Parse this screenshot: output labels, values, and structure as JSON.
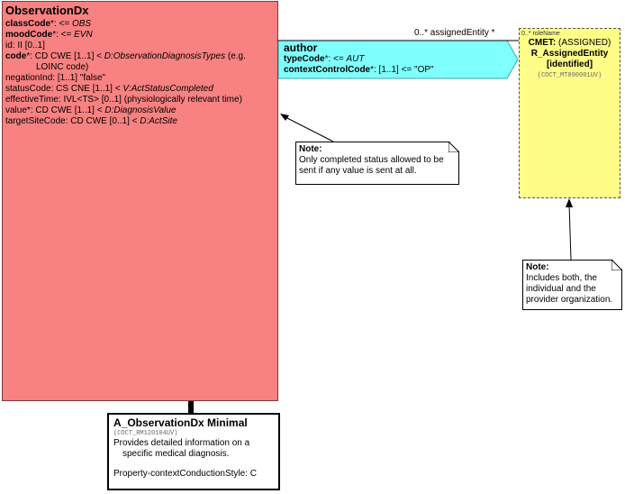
{
  "observation": {
    "title": "ObservationDx",
    "attrs": [
      {
        "name": "classCode",
        "mark": "*",
        "rest": ": <= ",
        "tail": "OBS",
        "tail_italic": true,
        "bold": true
      },
      {
        "name": "moodCode",
        "mark": "*",
        "rest": ": <= ",
        "tail": "EVN",
        "tail_italic": true,
        "bold": true
      },
      {
        "name": "id",
        "mark": "",
        "rest": ": II [0..1]",
        "tail": "",
        "bold": false
      },
      {
        "name": "code",
        "mark": "*",
        "rest": ": CD CWE [1..1] < ",
        "tail": "D:ObservationDiagnosisTypes",
        "tail_italic": true,
        "suffix": " (e.g.",
        "bold": true
      },
      {
        "indent": "LOINC code)"
      },
      {
        "name": "negationInd",
        "mark": "",
        "rest": ": [1..1] \"false\"",
        "tail": "",
        "bold": false
      },
      {
        "name": "statusCode",
        "mark": "",
        "rest": ": CS CNE [1..1] < ",
        "tail": "V:ActStatusCompleted",
        "tail_italic": true,
        "bold": false
      },
      {
        "name": "effectiveTime",
        "mark": "",
        "rest": ": IVL<TS> [0..1] (physiologically relevant time)",
        "tail": "",
        "bold": false
      },
      {
        "name": "value",
        "mark": "*",
        "rest": ": CD CWE [1..1] < ",
        "tail": "D:DiagnosisValue",
        "tail_italic": true,
        "bold": false
      },
      {
        "name": "targetSiteCode",
        "mark": "",
        "rest": ": CD CWE [0..1] < ",
        "tail": "D:ActSite",
        "tail_italic": true,
        "bold": false
      }
    ]
  },
  "author": {
    "title": "author",
    "typeCode_name": "typeCode",
    "typeCode_rest": "*: <= ",
    "typeCode_value": "AUT",
    "ccc_name": "contextControlCode",
    "ccc_rest": "*: [1..1] <= \"OP\""
  },
  "role_label": "0..* assignedEntity  *",
  "cmet": {
    "small_label": "0..* roleName",
    "line1_bold": "CMET:",
    "line1_rest": " (ASSIGNED)",
    "line2": "R_AssignedEntity",
    "line3": "[identified]",
    "code": "(COCT_MT090001UV)"
  },
  "note1": {
    "title": "Note:",
    "text": "Only completed status allowed to be sent if any value is sent at all."
  },
  "note2": {
    "title": "Note:",
    "text": "Includes both, the individual and the provider organization."
  },
  "entry": {
    "title": "A_ObservationDx Minimal",
    "code": "(COCT_RM120104UV)",
    "desc": "Provides detailed information on a",
    "desc2": "specific medical diagnosis.",
    "style": "Property-contextConductionStyle: C"
  },
  "colors": {
    "class_fill": "#f88181",
    "assoc_fill": "#80ffff",
    "cmet_fill": "#fdfd88"
  }
}
